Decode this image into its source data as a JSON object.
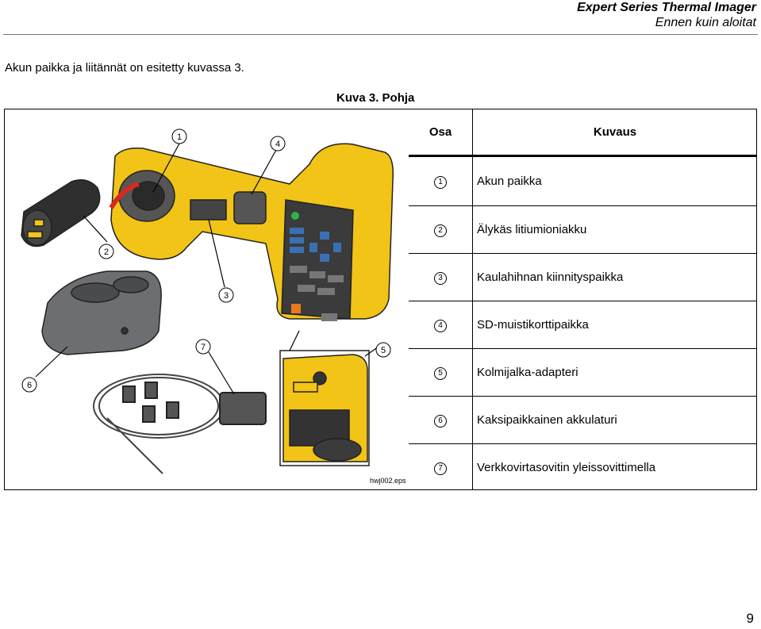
{
  "header": {
    "title": "Expert Series Thermal Imager",
    "subtitle": "Ennen kuin aloitat"
  },
  "intro": "Akun paikka ja liitännät on esitetty kuvassa 3.",
  "figure": {
    "caption": "Kuva 3. Pohja",
    "eps": "hwj002.eps",
    "callouts": [
      "1",
      "2",
      "3",
      "4",
      "5",
      "6",
      "7"
    ]
  },
  "table": {
    "head": {
      "part": "Osa",
      "desc": "Kuvaus"
    },
    "rows": [
      {
        "num": "1",
        "desc": "Akun paikka"
      },
      {
        "num": "2",
        "desc": "Älykäs litiumioniakku"
      },
      {
        "num": "3",
        "desc": "Kaulahihnan kiinnityspaikka"
      },
      {
        "num": "4",
        "desc": "SD-muistikorttipaikka"
      },
      {
        "num": "5",
        "desc": "Kolmijalka-adapteri"
      },
      {
        "num": "6",
        "desc": "Kaksipaikkainen akkulaturi"
      },
      {
        "num": "7",
        "desc": "Verkkovirtasovitin yleissovittimella"
      }
    ]
  },
  "page_number": "9",
  "colors": {
    "camera_yellow": "#f2c417",
    "charger_gray": "#6d6e71",
    "panel_dark": "#3b3b3b",
    "button_blue": "#3a6fb5"
  }
}
